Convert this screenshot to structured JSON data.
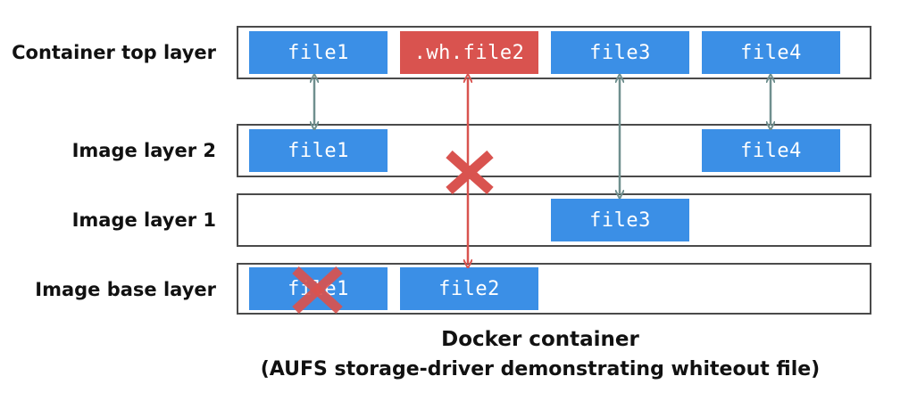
{
  "layers": {
    "container_top": "Container top layer",
    "image_layer_2": "Image layer 2",
    "image_layer_1": "Image layer 1",
    "image_base": "Image base layer"
  },
  "files": {
    "top_file1": "file1",
    "top_wh_file2": ".wh.file2",
    "top_file3": "file3",
    "top_file4": "file4",
    "l2_file1": "file1",
    "l2_file4": "file4",
    "l1_file3": "file3",
    "base_file1": "file1",
    "base_file2": "file2"
  },
  "caption": {
    "title": "Docker container",
    "subtitle": "(AUFS storage-driver demonstrating whiteout file)"
  },
  "colors": {
    "file": "#3b8fe6",
    "whiteout": "#d9534f",
    "arrow": "#6f8f8e",
    "deleted_marker": "#d9534f"
  }
}
